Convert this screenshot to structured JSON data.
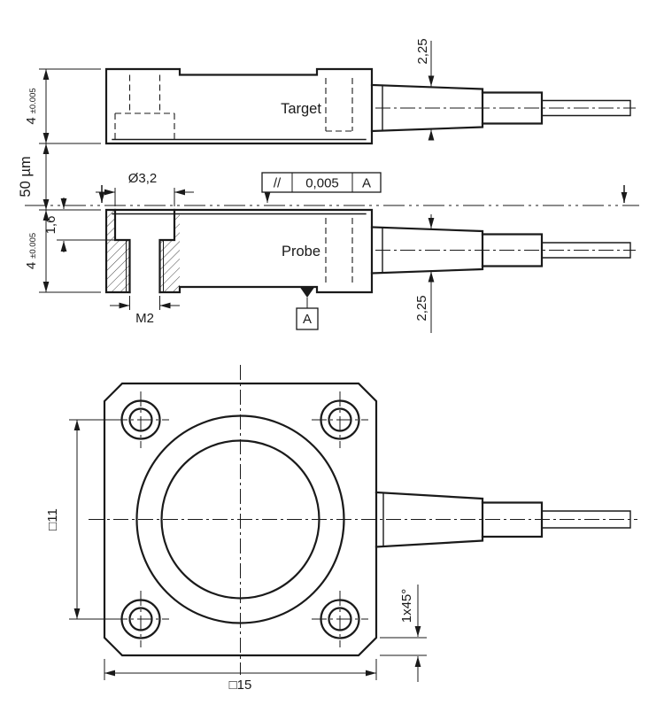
{
  "colors": {
    "line": "#1a1a1a",
    "background": "#ffffff"
  },
  "side_view": {
    "target_label": "Target",
    "probe_label": "Probe",
    "dims": {
      "cable_target": "2,25",
      "cable_probe": "2,25",
      "target_thickness": "4",
      "target_thickness_tol": "±0.005",
      "probe_thickness": "4",
      "probe_thickness_tol": "±0.005",
      "gap": "50 µm",
      "bore_diameter": "Ø3,2",
      "bore_depth": "1,6",
      "thread": "M2"
    },
    "parallelism": {
      "symbol": "//",
      "tolerance": "0,005",
      "datum": "A"
    },
    "datum_label": "A"
  },
  "front_view": {
    "dims": {
      "hole_pitch": "□11",
      "outer_size": "□15",
      "chamfer": "1x45°"
    }
  }
}
